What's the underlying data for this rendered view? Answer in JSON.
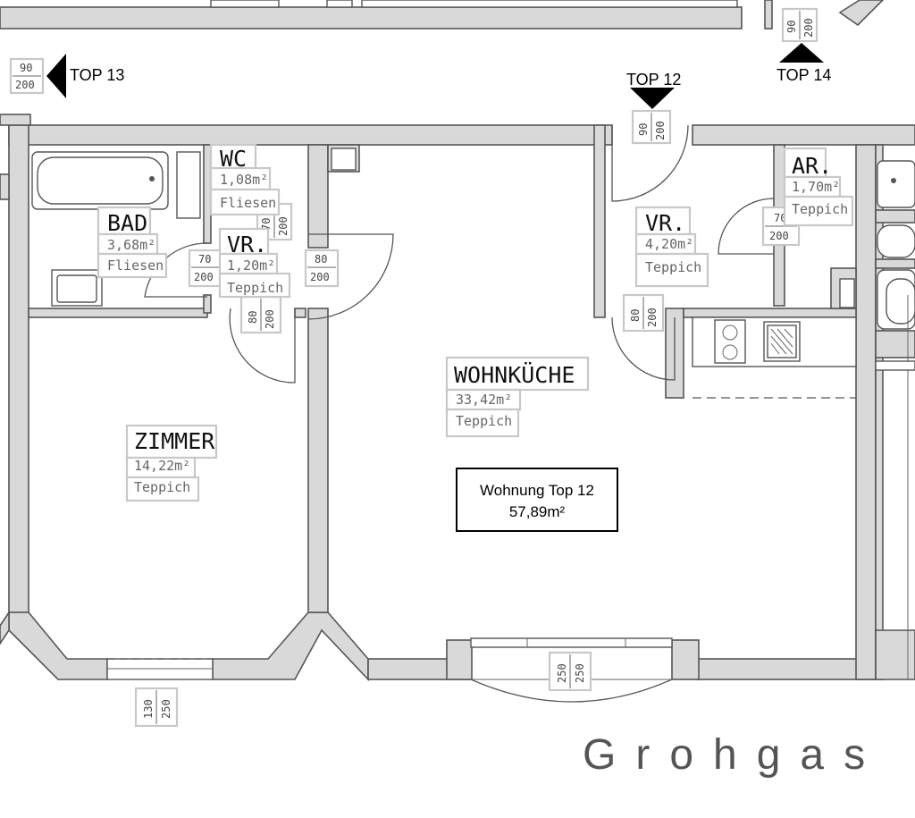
{
  "plan": {
    "rooms": {
      "bad": {
        "name": "BAD",
        "area": "3,68m²",
        "floor": "Fliesen"
      },
      "wc": {
        "name": "WC",
        "area": "1,08m²",
        "floor": "Fliesen"
      },
      "vr_left": {
        "name": "VR.",
        "area": "1,20m²",
        "floor": "Teppich"
      },
      "zimmer": {
        "name": "ZIMMER",
        "area": "14,22m²",
        "floor": "Teppich"
      },
      "wohnkueche": {
        "name": "WOHNKÜCHE",
        "area": "33,42m²",
        "floor": "Teppich"
      },
      "vr_right": {
        "name": "VR.",
        "area": "4,20m²",
        "floor": "Teppich"
      },
      "ar": {
        "name": "AR.",
        "area": "1,70m²",
        "floor": "Teppich"
      }
    },
    "apartment": {
      "line1": "Wohnung Top 12",
      "line2": "57,89m²"
    },
    "tops": {
      "top12": "TOP 12",
      "top13": "TOP 13",
      "top14": "TOP 14"
    },
    "street": "Grohgas",
    "dims": {
      "door_top13_w": "90",
      "door_top13_h": "200",
      "door_top14_w": "90",
      "door_top14_h": "200",
      "door_top12_w": "90",
      "door_top12_h": "200",
      "door_wc_w": "70",
      "door_wc_h": "200",
      "door_bad_w": "70",
      "door_bad_h": "200",
      "door_vr_w": "80",
      "door_vr_h": "200",
      "door_zimmer_w": "80",
      "door_zimmer_h": "200",
      "door_ar_w": "70",
      "door_ar_h": "200",
      "door_wk_w": "80",
      "door_wk_h": "200",
      "win_zimmer_w": "130",
      "win_zimmer_h": "250",
      "win_wk_w": "250",
      "win_wk_h": "250"
    }
  }
}
